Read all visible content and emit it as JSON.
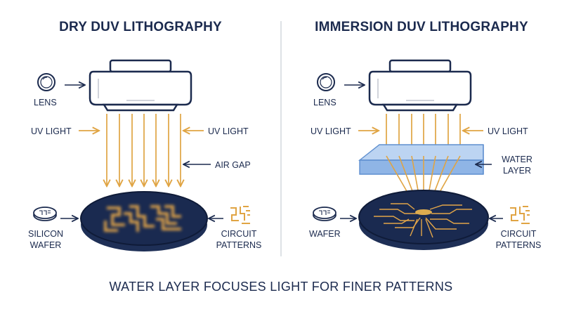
{
  "colors": {
    "navy": "#1b2a4e",
    "uv": "#e0a443",
    "water": "#8fb5e6"
  },
  "left_panel": {
    "title": "DRY DUV LITHOGRAPHY",
    "lens_label": "LENS",
    "uv_left": "UV LIGHT",
    "uv_right": "UV LIGHT",
    "gap_label": "AIR GAP",
    "wafer_label_1": "SILICON",
    "wafer_label_2": "WAFER",
    "pattern_label_1": "CIRCUIT",
    "pattern_label_2": "PATTERNS"
  },
  "right_panel": {
    "title": "IMMERSION DUV LITHOGRAPHY",
    "lens_label": "LENS",
    "uv_left": "UV LIGHT",
    "uv_right": "UV LIGHT",
    "water_label_1": "WATER",
    "water_label_2": "LAYER",
    "wafer_label": "WAFER",
    "pattern_label_1": "CIRCUIT",
    "pattern_label_2": "PATTERNS"
  },
  "caption": "WATER LAYER FOCUSES LIGHT FOR FINER PATTERNS",
  "icons": [
    "lens-icon",
    "wafer-chip-icon",
    "circuit-pattern-icon"
  ]
}
